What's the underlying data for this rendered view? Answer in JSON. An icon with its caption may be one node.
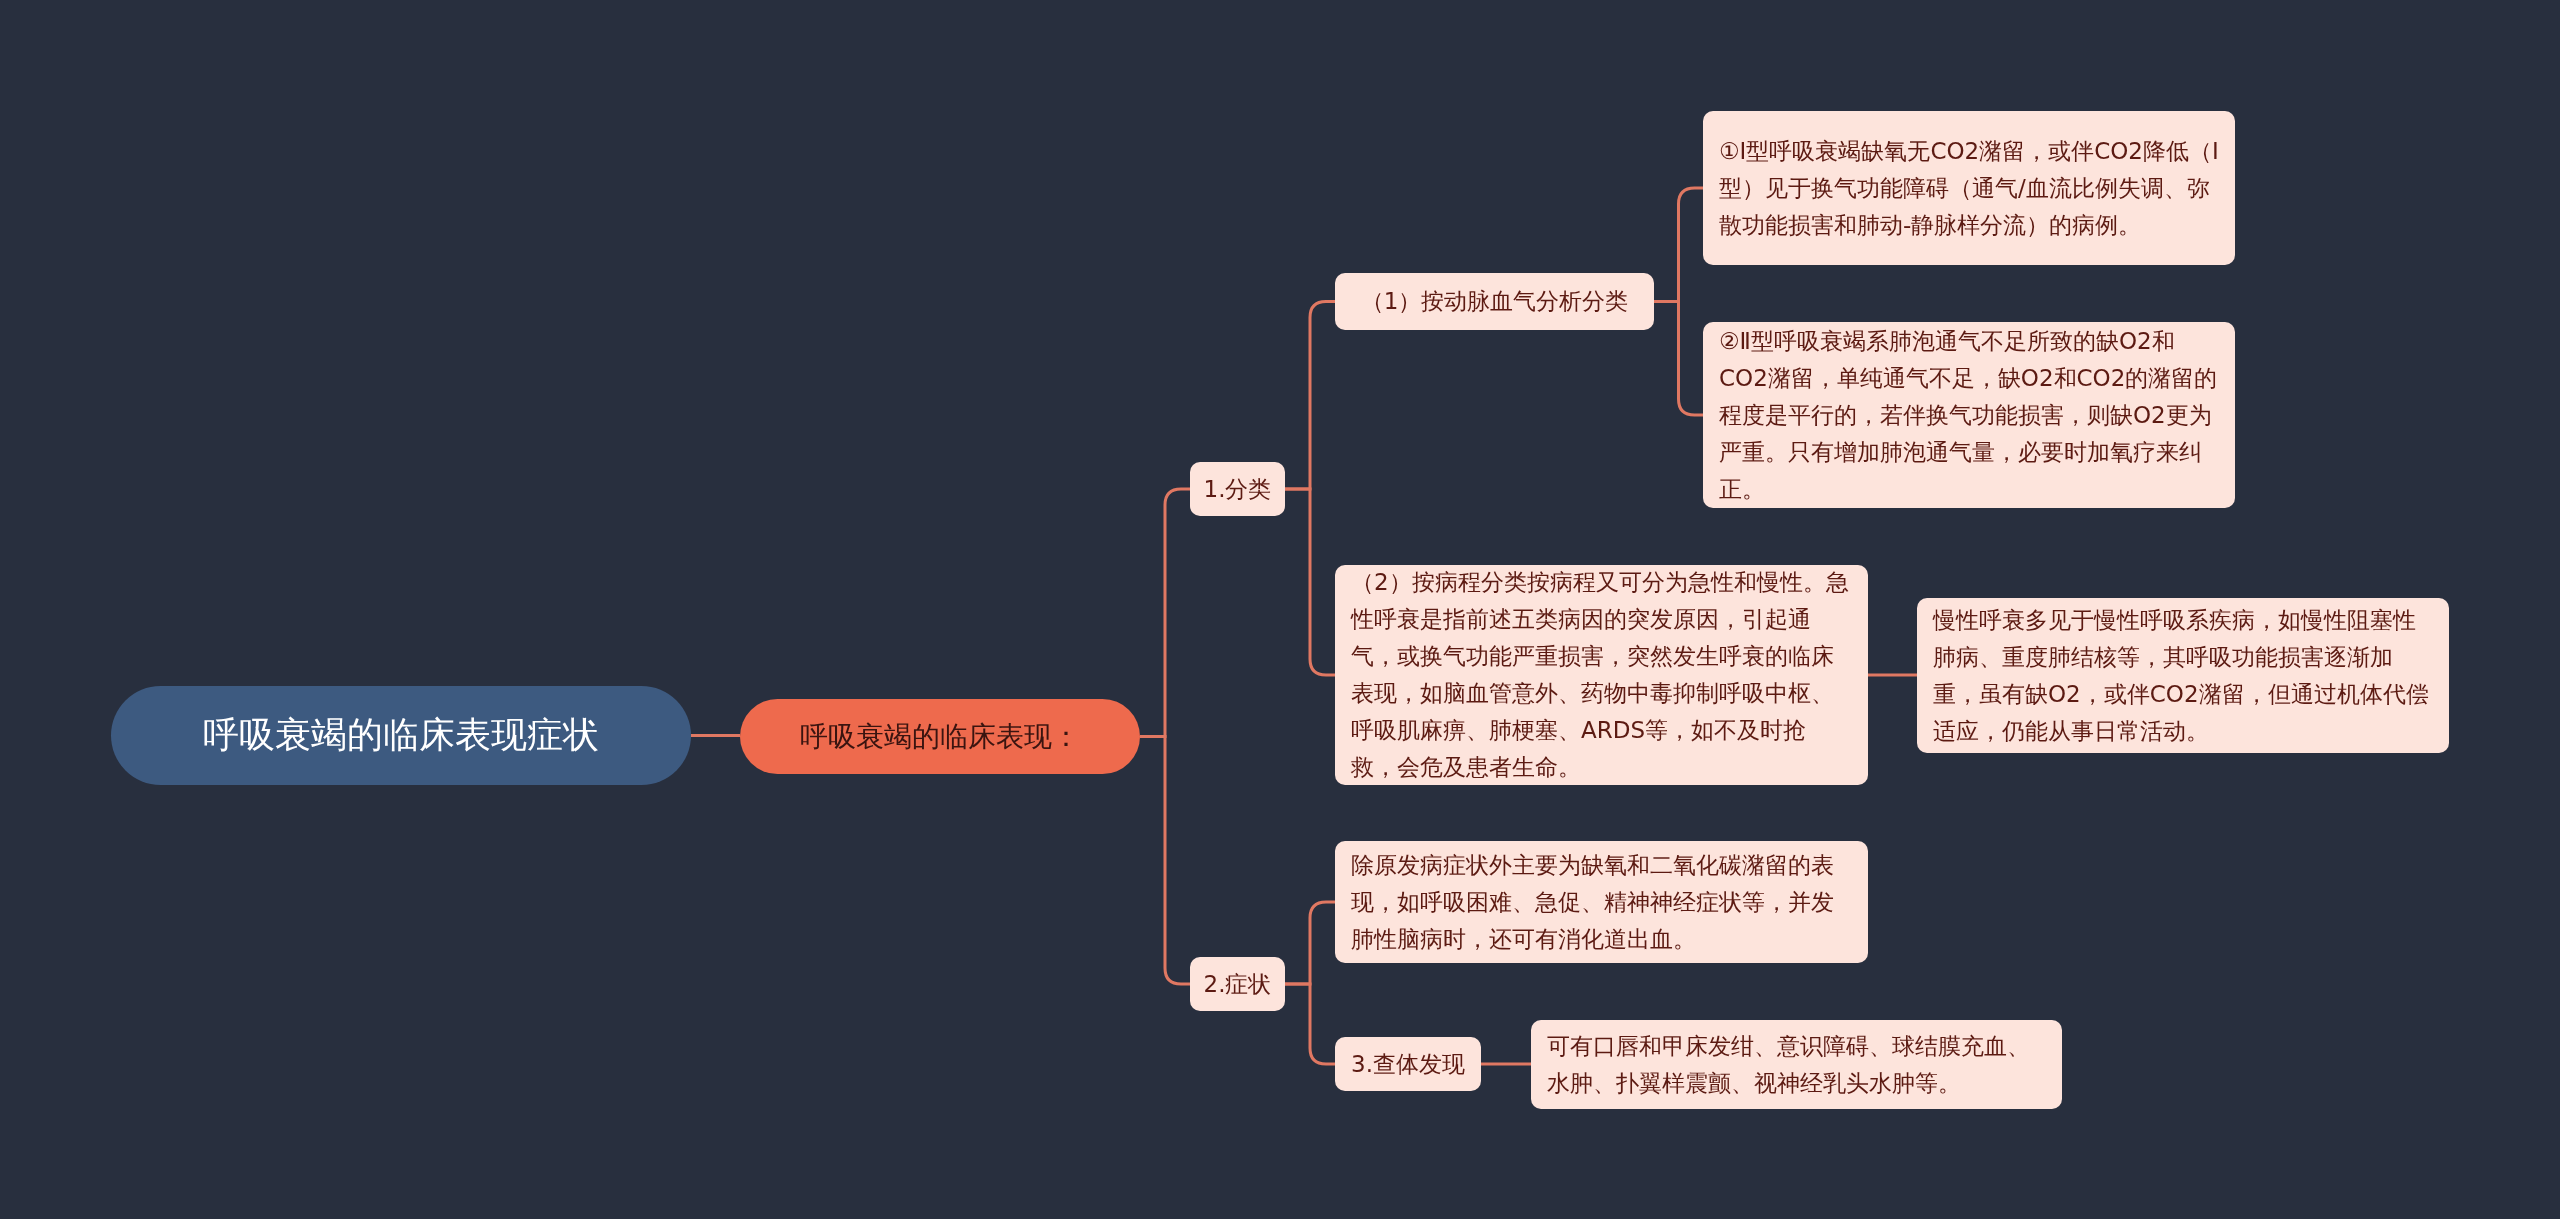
{
  "diagram": {
    "nodes": [
      {
        "text": [
          "呼吸衰竭的临床表现症状"
        ]
      },
      {
        "text": [
          "呼吸衰竭的临床表现："
        ]
      },
      {
        "text": [
          "1.分类"
        ]
      },
      {
        "text": [
          "（1）按动脉血气分析分类"
        ]
      },
      {
        "text": [
          "①Ⅰ型呼吸衰竭缺氧无CO2潴留，或伴CO2降低（Ⅰ型）见于换气功能障碍（通气/血流比例失调、弥散功能损害和肺动-静脉样分流）的病例。"
        ]
      },
      {
        "text": [
          "②Ⅱ型呼吸衰竭系肺泡通气不足所致的缺O2和CO2潴留，单纯通气不足，缺O2和CO2的潴留的程度是平行的，若伴换气功能损害，则缺O2更为严重。只有增加肺泡通气量，必要时加氧疗来纠正。"
        ]
      },
      {
        "text": [
          "（2）按病程分类按病程又可分为急性和慢性。急性呼衰是指前述五类病因的突发原因，引起通气，或换气功能严重损害，突然发生呼衰的临床表现，如脑血管意外、药物中毒抑制呼吸中枢、呼吸肌麻痹、肺梗塞、ARDS等，如不及时抢救，会危及患者生命。"
        ]
      },
      {
        "text": [
          "慢性呼衰多见于慢性呼吸系疾病，如慢性阻塞性肺病、重度肺结核等，其呼吸功能损害逐渐加重，虽有缺O2，或伴CO2潴留，但通过机体代偿适应，仍能从事日常活动。"
        ]
      },
      {
        "text": [
          "2.症状"
        ]
      },
      {
        "text": [
          "除原发病症状外主要为缺氧和二氧化碳潴留的表现，如呼吸困难、急促、精神神经症状等，并发肺性脑病时，还可有消化道出血。"
        ]
      },
      {
        "text": [
          "3.查体发现"
        ]
      },
      {
        "text": [
          "可有口唇和甲床发绀、意识障碍、球结膜充血、水肿、扑翼样震颤、视神经乳头水肿等。"
        ]
      }
    ],
    "edges": [
      {
        "from": 0,
        "to": 1,
        "arrow": "none"
      },
      {
        "from": 1,
        "to": 2,
        "arrow": "none"
      },
      {
        "from": 1,
        "to": 8,
        "arrow": "none"
      },
      {
        "from": 2,
        "to": 3,
        "arrow": "none"
      },
      {
        "from": 2,
        "to": 6,
        "arrow": "none"
      },
      {
        "from": 3,
        "to": 4,
        "arrow": "none"
      },
      {
        "from": 3,
        "to": 5,
        "arrow": "none"
      },
      {
        "from": 6,
        "to": 7,
        "arrow": "none"
      },
      {
        "from": 8,
        "to": 9,
        "arrow": "none"
      },
      {
        "from": 8,
        "to": 10,
        "arrow": "none"
      },
      {
        "from": 10,
        "to": 11,
        "arrow": "none"
      }
    ]
  }
}
